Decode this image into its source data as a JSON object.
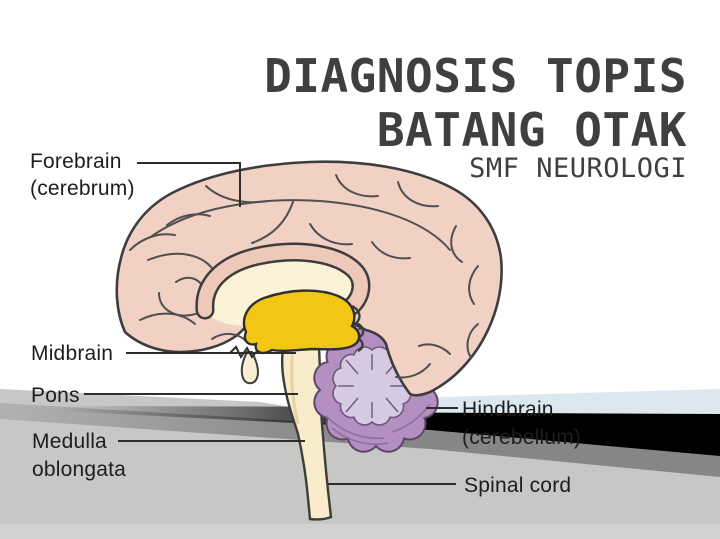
{
  "slide": {
    "title_line1": "DIAGNOSIS TOPIS",
    "title_line2": "BATANG OTAK",
    "subtitle": "SMF NEUROLOGI"
  },
  "diagram": {
    "description": "Sagittal section of the human brain with labeled regions",
    "labels": {
      "forebrain": {
        "line1": "Forebrain",
        "line2": "(cerebrum)"
      },
      "midbrain": "Midbrain",
      "pons": "Pons",
      "medulla": {
        "line1": "Medulla",
        "line2": "oblongata"
      },
      "hindbrain": {
        "line1": "Hindbrain",
        "line2": "(cerebellum)"
      },
      "spinal_cord": "Spinal cord"
    }
  },
  "colors": {
    "cerebrum_pink": "#f2d1c5",
    "inner_cream": "#fbf2d7",
    "corpus_callosum": "#eec9ba",
    "thalamus_yellow": "#f2c614",
    "cerebellum_purple": "#b48fc2",
    "cerebellum_inner": "#d6c9e2",
    "brainstem_cream": "#f9ecca",
    "pituitary_cream": "#f9edd2",
    "outline": "#3d3d3d",
    "band_light_blue": "#dbe8ef",
    "band_black": "#000000",
    "band_gray": "#868686",
    "band_light_gray": "#c7c7c5",
    "title_text": "#3f3f3f",
    "label_text": "#1d1d1d"
  }
}
